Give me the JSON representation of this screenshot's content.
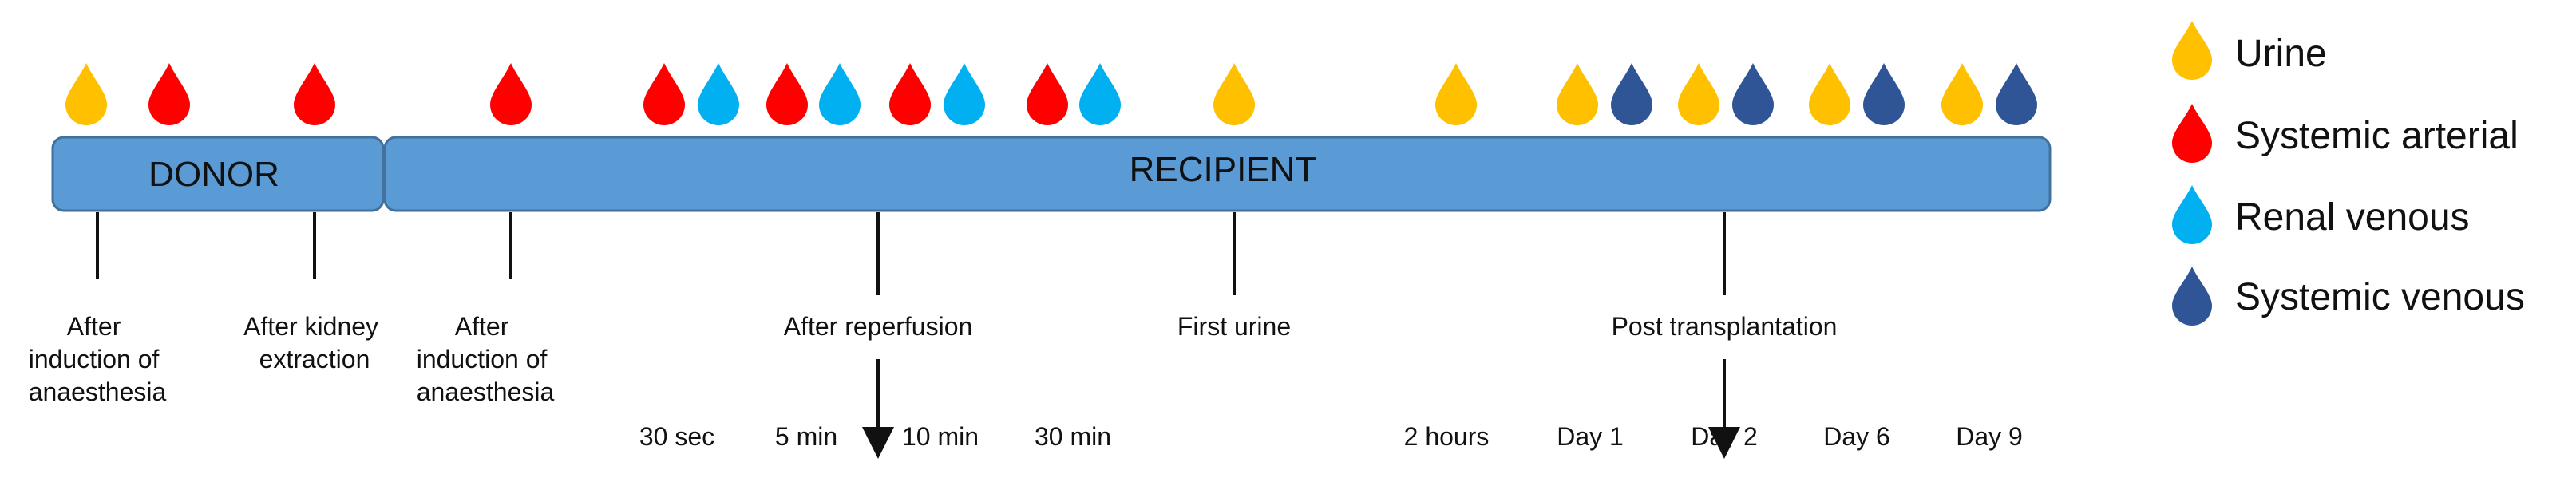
{
  "colors": {
    "urine": "#ffc000",
    "systemic_arterial": "#ff0000",
    "renal_venous": "#00b0f0",
    "systemic_venous": "#2f5597",
    "bar_fill": "#5b9bd5",
    "bar_stroke": "#41719c"
  },
  "bars": {
    "donor": "DONOR",
    "recipient": "RECIPIENT"
  },
  "legend": [
    {
      "label": "Urine",
      "type": "urine"
    },
    {
      "label": "Systemic arterial",
      "type": "systemic_arterial"
    },
    {
      "label": "Renal venous",
      "type": "renal_venous"
    },
    {
      "label": "Systemic venous",
      "type": "systemic_venous"
    }
  ],
  "events": {
    "donor_induction": [
      "After",
      "induction of",
      "anaesthesia"
    ],
    "kidney_extraction": [
      "After kidney",
      "extraction"
    ],
    "recipient_induction": [
      "After",
      "induction of",
      "anaesthesia"
    ],
    "reperfusion": [
      "After reperfusion"
    ],
    "first_urine": [
      "First urine"
    ],
    "post_transplantation": [
      "Post transplantation"
    ]
  },
  "timepoints": {
    "sec30": "30 sec",
    "min5": "5 min",
    "min10": "10 min",
    "min30": "30 min",
    "hours2": "2 hours",
    "day1": "Day 1",
    "day2": "Day 2",
    "day6": "Day 6",
    "day9": "Day 9"
  },
  "samples": [
    {
      "group": "donor_induction",
      "types": [
        "urine",
        "systemic_arterial"
      ]
    },
    {
      "group": "kidney_extraction",
      "types": [
        "systemic_arterial"
      ]
    },
    {
      "group": "recipient_induction",
      "types": [
        "systemic_arterial"
      ]
    },
    {
      "group": "sec30",
      "types": [
        "systemic_arterial",
        "renal_venous"
      ]
    },
    {
      "group": "min5",
      "types": [
        "systemic_arterial",
        "renal_venous"
      ]
    },
    {
      "group": "min10",
      "types": [
        "systemic_arterial",
        "renal_venous"
      ]
    },
    {
      "group": "min30",
      "types": [
        "systemic_arterial",
        "renal_venous"
      ]
    },
    {
      "group": "first_urine",
      "types": [
        "urine"
      ]
    },
    {
      "group": "hours2",
      "types": [
        "urine"
      ]
    },
    {
      "group": "day1",
      "types": [
        "urine",
        "systemic_venous"
      ]
    },
    {
      "group": "day2",
      "types": [
        "urine",
        "systemic_venous"
      ]
    },
    {
      "group": "day6",
      "types": [
        "urine",
        "systemic_venous"
      ]
    },
    {
      "group": "day9",
      "types": [
        "urine",
        "systemic_venous"
      ]
    }
  ]
}
